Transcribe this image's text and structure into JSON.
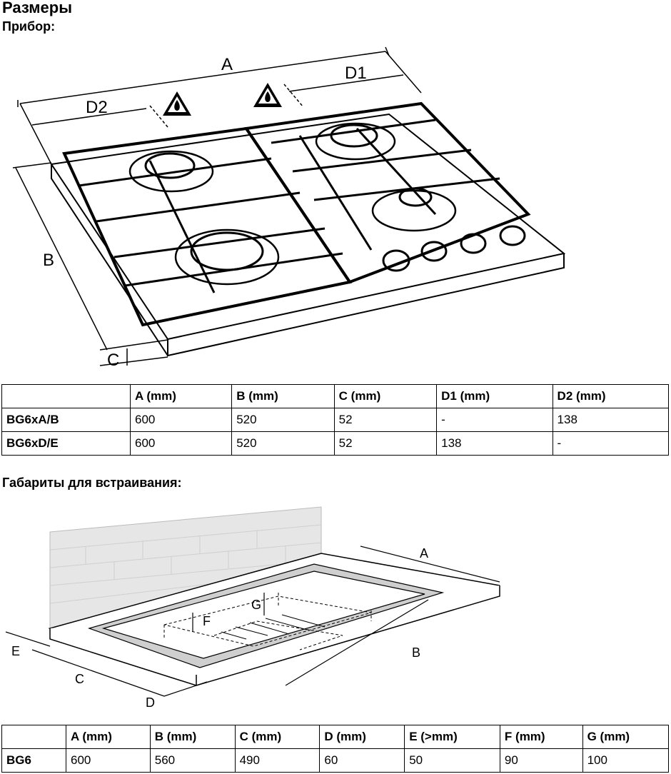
{
  "heading": "Размеры",
  "appliance_label": "Прибор:",
  "builtin_label": "Габариты для встраивания:",
  "hob_figure": {
    "labels": {
      "A": "A",
      "B": "B",
      "C": "C",
      "D1": "D1",
      "D2": "D2"
    }
  },
  "cutout_figure": {
    "labels": {
      "A": "A",
      "B": "B",
      "C": "C",
      "D": "D",
      "E": "E",
      "F": "F",
      "G": "G"
    }
  },
  "dims_table": {
    "headers": [
      "",
      "A (mm)",
      "B (mm)",
      "C (mm)",
      "D1 (mm)",
      "D2 (mm)"
    ],
    "rows": [
      [
        "BG6xA/B",
        "600",
        "520",
        "52",
        "-",
        "138"
      ],
      [
        "BG6xD/E",
        "600",
        "520",
        "52",
        "138",
        "-"
      ]
    ]
  },
  "cutout_table": {
    "headers": [
      "",
      "A (mm)",
      "B (mm)",
      "C (mm)",
      "D (mm)",
      "E (>mm)",
      "F (mm)",
      "G (mm)"
    ],
    "rows": [
      [
        "BG6",
        "600",
        "560",
        "490",
        "60",
        "50",
        "90",
        "100"
      ]
    ]
  }
}
